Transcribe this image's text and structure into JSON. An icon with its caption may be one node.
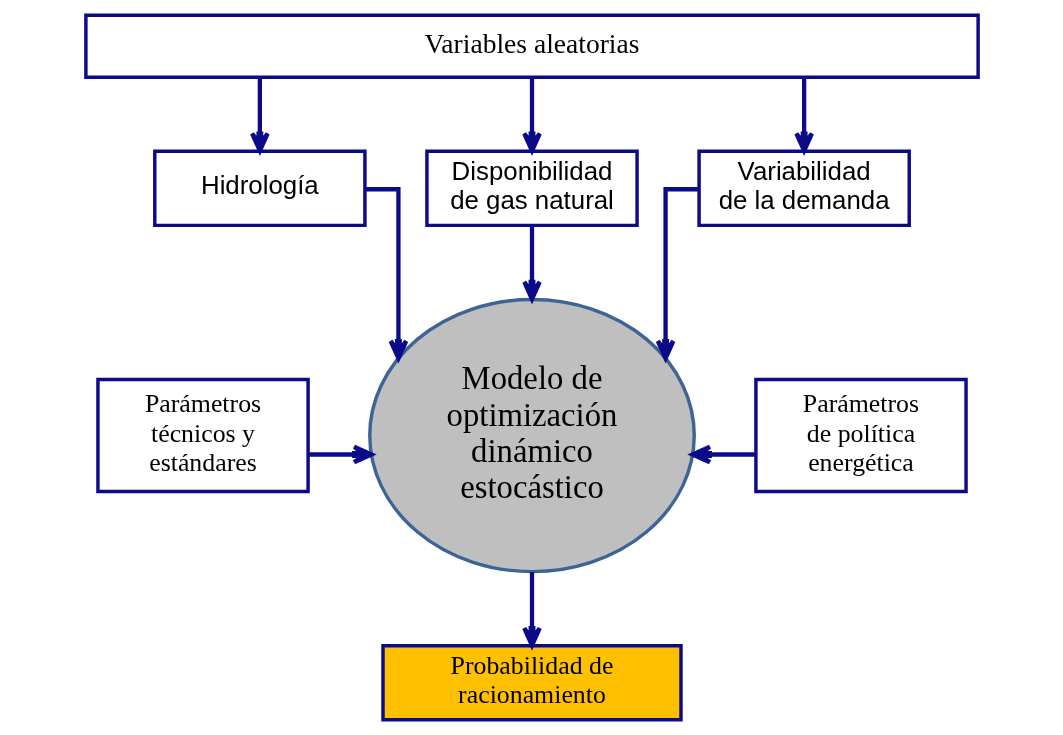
{
  "diagram": {
    "nodes": [
      {
        "text": [
          "Variables aleatorias"
        ]
      },
      {
        "text": [
          "Hidrología"
        ]
      },
      {
        "text": [
          "Disponibilidad de gas natural"
        ]
      },
      {
        "text": [
          "Variabilidad de la demanda"
        ]
      },
      {
        "text": [
          "Parámetros técnicos y estándares"
        ]
      },
      {
        "text": [
          "Modelo de optimización dinámico estocástico"
        ]
      },
      {
        "text": [
          "Parámetros de política energética"
        ]
      },
      {
        "text": [
          "Probabilidad de racionamiento"
        ]
      }
    ],
    "edges": [
      {
        "from": 0,
        "to": 1,
        "arrow": "to"
      },
      {
        "from": 0,
        "to": 2,
        "arrow": "to"
      },
      {
        "from": 0,
        "to": 3,
        "arrow": "to"
      },
      {
        "from": 1,
        "to": 5,
        "arrow": "to"
      },
      {
        "from": 2,
        "to": 5,
        "arrow": "to"
      },
      {
        "from": 3,
        "to": 5,
        "arrow": "to"
      },
      {
        "from": 4,
        "to": 5,
        "arrow": "to"
      },
      {
        "from": 6,
        "to": 5,
        "arrow": "to"
      },
      {
        "from": 5,
        "to": 7,
        "arrow": "to"
      }
    ]
  }
}
